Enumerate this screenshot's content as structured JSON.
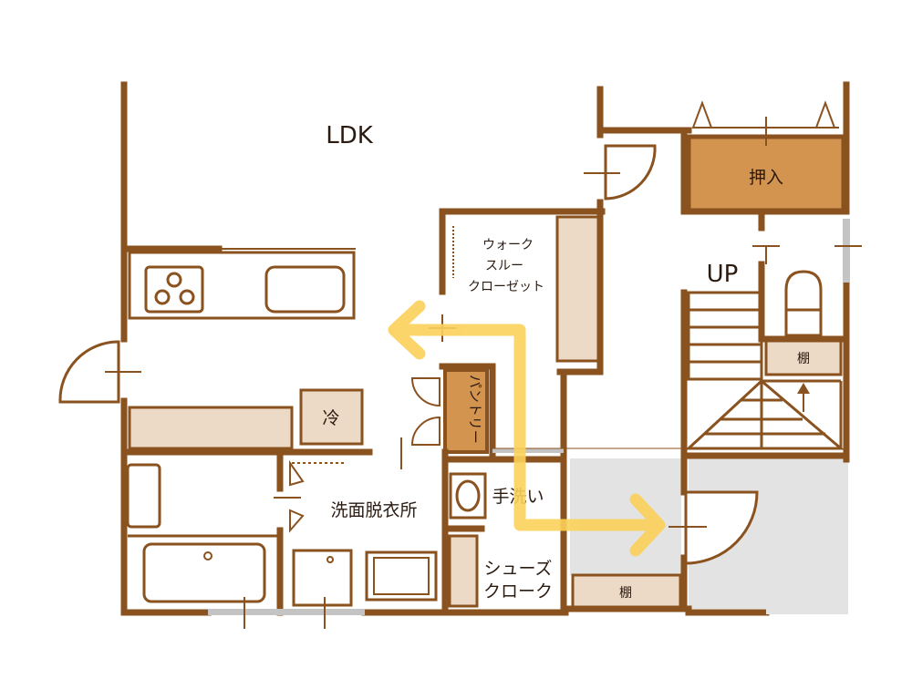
{
  "labels": {
    "ldk": "LDK",
    "oshiire": "押入",
    "up": "UP",
    "walk_through_line1": "ウォーク",
    "walk_through_line2": "スルー",
    "walk_through_line3": "クローゼット",
    "pantry": "パントリー",
    "fridge": "冷",
    "washroom": "洗面脱衣所",
    "handwash": "手洗い",
    "shoe_cloak_line1": "シューズ",
    "shoe_cloak_line2": "クローク",
    "shelf_right": "棚",
    "shelf_bottom": "棚"
  },
  "colors": {
    "wall": "#8a521e",
    "furniture_fill": "#ecd9c6",
    "oshiire_fill": "#d39450",
    "floor_gray": "#e3e3e3",
    "window_gray": "#c4c4c4",
    "route_yellow": "#fbd15a"
  }
}
